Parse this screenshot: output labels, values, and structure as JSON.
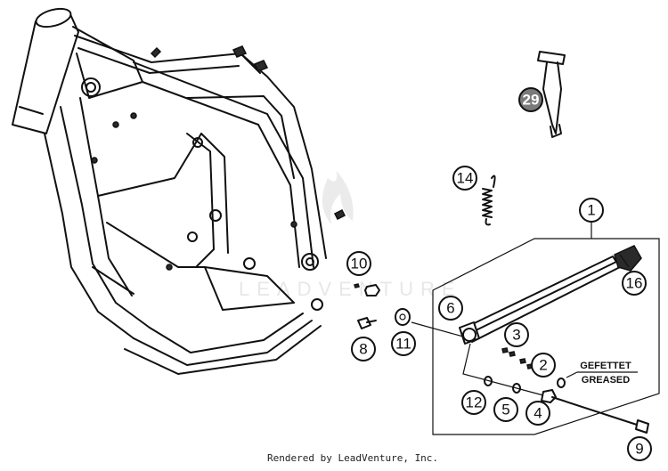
{
  "callouts": {
    "c1": "1",
    "c2": "2",
    "c3": "3",
    "c4": "4",
    "c5": "5",
    "c6": "6",
    "c8": "8",
    "c9": "9",
    "c10": "10",
    "c11": "11",
    "c12": "12",
    "c14": "14",
    "c16": "16",
    "c29": "29"
  },
  "note": {
    "line1": "GEFETTET",
    "line2": "GREASED"
  },
  "credit": "Rendered by LeadVenture, Inc.",
  "watermark": "LEADVENTURE"
}
